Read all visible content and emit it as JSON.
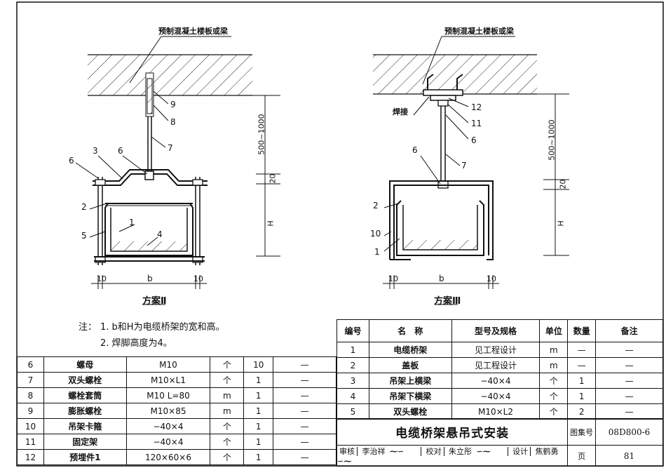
{
  "drawing_left": {
    "slab_label": "预制混凝土楼板或梁",
    "callouts": [
      "9",
      "8",
      "7",
      "6",
      "3",
      "6",
      "2",
      "5",
      "1",
      "4"
    ],
    "dim_b": "b",
    "dim_10a": "10",
    "dim_10b": "10",
    "caption": "方案Ⅱ"
  },
  "drawing_right": {
    "slab_label": "预制混凝土楼板或梁",
    "weld_label": "焊接",
    "callouts": [
      "12",
      "11",
      "6",
      "6",
      "7",
      "2",
      "10",
      "1"
    ],
    "dim_b": "b",
    "dim_10a": "10",
    "dim_10b": "10",
    "caption": "方案Ⅲ"
  },
  "dims_left": {
    "d1": "500~1000",
    "d2": "20",
    "d3": "H"
  },
  "dims_right": {
    "d1": "500~1000",
    "d2": "20",
    "d3": "H"
  },
  "notes": {
    "prefix": "注：",
    "line1": "1. b和H为电缆桥架的宽和高。",
    "line2": "2. 焊脚高度为4。"
  },
  "table_right": {
    "headers": [
      "编号",
      "名　称",
      "型号及规格",
      "单位",
      "数量",
      "备注"
    ],
    "rows": [
      [
        "1",
        "电缆桥架",
        "见工程设计",
        "m",
        "—",
        "—"
      ],
      [
        "2",
        "盖板",
        "见工程设计",
        "m",
        "—",
        "—"
      ],
      [
        "3",
        "吊架上横梁",
        "−40×4",
        "个",
        "1",
        "—"
      ],
      [
        "4",
        "吊架下横梁",
        "−40×4",
        "个",
        "1",
        "—"
      ],
      [
        "5",
        "双头螺栓",
        "M10×L2",
        "个",
        "2",
        "—"
      ]
    ]
  },
  "table_left": {
    "rows": [
      [
        "6",
        "螺母",
        "M10",
        "个",
        "10",
        "—"
      ],
      [
        "7",
        "双头螺栓",
        "M10×L1",
        "个",
        "1",
        "—"
      ],
      [
        "8",
        "螺栓套筒",
        "M10  L=80",
        "m",
        "1",
        "—"
      ],
      [
        "9",
        "膨胀螺栓",
        "M10×85",
        "m",
        "1",
        "—"
      ],
      [
        "10",
        "吊架卡箍",
        "−40×4",
        "个",
        "1",
        "—"
      ],
      [
        "11",
        "固定架",
        "−40×4",
        "个",
        "1",
        "—"
      ],
      [
        "12",
        "预埋件1",
        "120×60×6",
        "个",
        "1",
        "—"
      ]
    ]
  },
  "title_block": {
    "title": "电缆桥架悬吊式安装",
    "atlas_label": "图集号",
    "atlas_no": "08D800-6",
    "page_label": "页",
    "page_no": "81",
    "review_label": "审核",
    "reviewer": "李治祥",
    "check_label": "校对",
    "checker": "朱立彤",
    "design_label": "设计",
    "designer": "焦鹤勇"
  }
}
